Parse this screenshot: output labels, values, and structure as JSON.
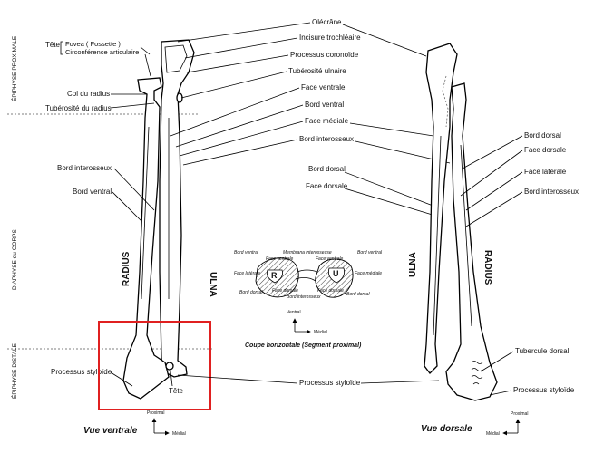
{
  "regions": {
    "proximal_epiphysis": "ÉPIPHYSE PROXIMALE",
    "diaphysis": "DIAPHYSE ou CORPS",
    "distal_epiphysis": "ÉPIPHYSE DISTALE"
  },
  "left_labels": {
    "tete": "Tête",
    "fovea": "Fovea ( Fossette )",
    "circonference": "Circonférence articulaire",
    "col_radius": "Col du radius",
    "tuberosite_radius": "Tubérosité du radius",
    "bord_interosseux": "Bord interosseux",
    "bord_ventral": "Bord ventral",
    "processus_styloide": "Processus styloïde",
    "tete_ulna": "Tête"
  },
  "center_labels": {
    "olecrane": "Olécrâne",
    "incisure": "Incisure trochléaire",
    "coronoide": "Processus coronoïde",
    "tuberosite_ulnaire": "Tubérosité ulnaire",
    "face_ventrale": "Face ventrale",
    "bord_ventral": "Bord ventral",
    "face_mediale": "Face médiale",
    "bord_interosseux": "Bord interosseux",
    "bord_dorsal": "Bord dorsal",
    "face_dorsale": "Face dorsale",
    "processus_styloide": "Processus styloïde"
  },
  "right_labels": {
    "bord_dorsal": "Bord dorsal",
    "face_dorsale": "Face dorsale",
    "face_laterale": "Face latérale",
    "bord_interosseux": "Bord interosseux",
    "tubercule_dorsal": "Tubercule dorsal",
    "processus_styloide": "Processus styloïde"
  },
  "bone_names": {
    "radius_left": "RADIUS",
    "ulna_left": "ULNA",
    "ulna_right": "ULNA",
    "radius_right": "RADIUS"
  },
  "section": {
    "R": "R",
    "U": "U",
    "bord_ventral_l": "Bord ventral",
    "face_ventrale_l": "Face ventrale",
    "membrana": "Membrana interosseuse",
    "face_ventrale_r": "Face ventrale",
    "bord_ventral_r": "Bord ventral",
    "face_laterale": "Face latérale",
    "face_mediale": "Face médiale",
    "bord_dorsal_l": "Bord dorsal",
    "face_dorsale_l": "Face dorsale",
    "face_dorsale_r": "Face dorsale",
    "bord_dorsal_r": "Bord dorsal",
    "bord_interosseux": "Bord interosseux",
    "ventral": "Ventral",
    "medial": "Médial",
    "caption": "Coupe horizontale (Segment proximal)"
  },
  "views": {
    "ventral": "Vue ventrale",
    "dorsal": "Vue dorsale",
    "proximal_1": "Proximal",
    "medial_1": "Médial",
    "proximal_2": "Proximal",
    "medial_2": "Médial"
  },
  "highlight_color": "#e02020"
}
